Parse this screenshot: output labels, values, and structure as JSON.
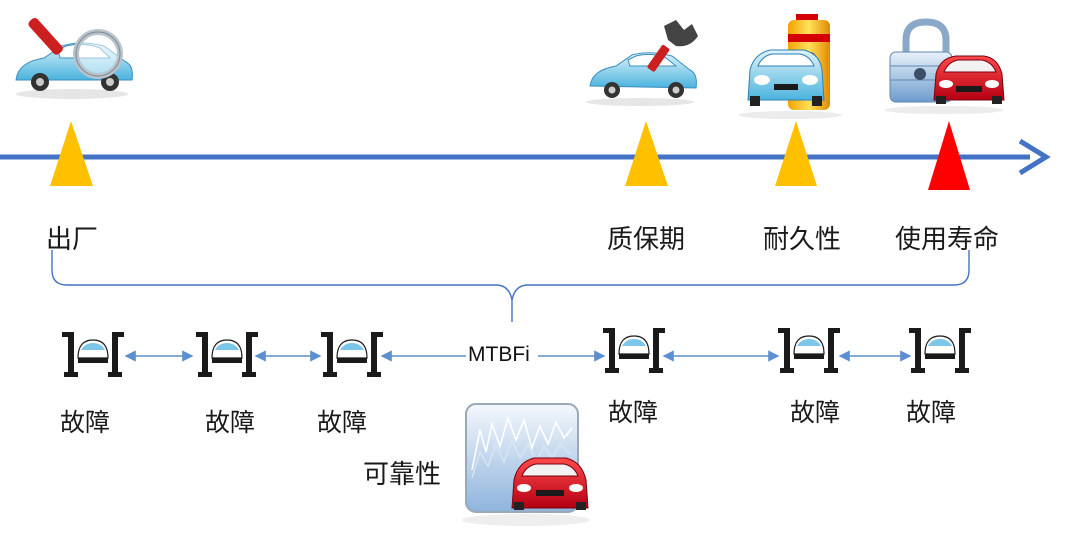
{
  "timeline": {
    "milestones": [
      {
        "label": "出厂",
        "marker_color": "#FFC000",
        "icon": "car-inspection-icon"
      },
      {
        "label": "质保期",
        "marker_color": "#FFC000",
        "icon": "car-repair-wrench-icon"
      },
      {
        "label": "耐久性",
        "marker_color": "#FFC000",
        "icon": "car-battery-icon"
      },
      {
        "label": "使用寿命",
        "marker_color": "#FF0000",
        "icon": "car-lock-icon"
      }
    ],
    "axis_color": "#4472C4"
  },
  "mtbf": {
    "label": "MTBFi",
    "failure_label": "故障",
    "failures": [
      "故障",
      "故障",
      "故障",
      "故障",
      "故障",
      "故障"
    ]
  },
  "reliability": {
    "label": "可靠性",
    "icon": "reliability-chart-car-icon"
  }
}
